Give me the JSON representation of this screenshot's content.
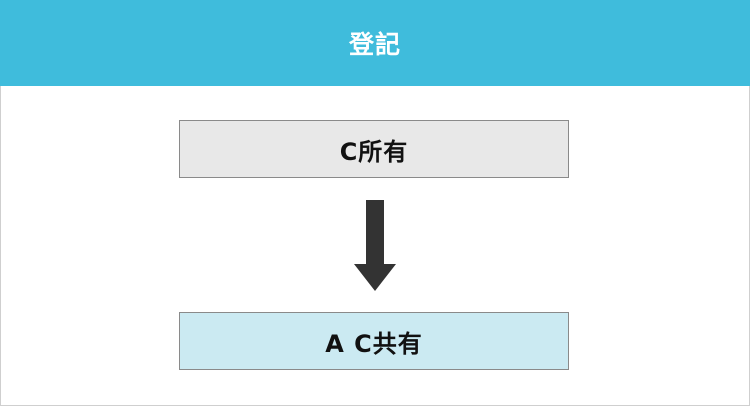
{
  "header": {
    "title": "登記",
    "background_color": "#3fbcdc"
  },
  "diagram": {
    "from_label": "C所有",
    "to_label": "A C共有",
    "from_color": "#e8e8e8",
    "to_color": "#cbeaf2",
    "arrow_color": "#333333"
  }
}
